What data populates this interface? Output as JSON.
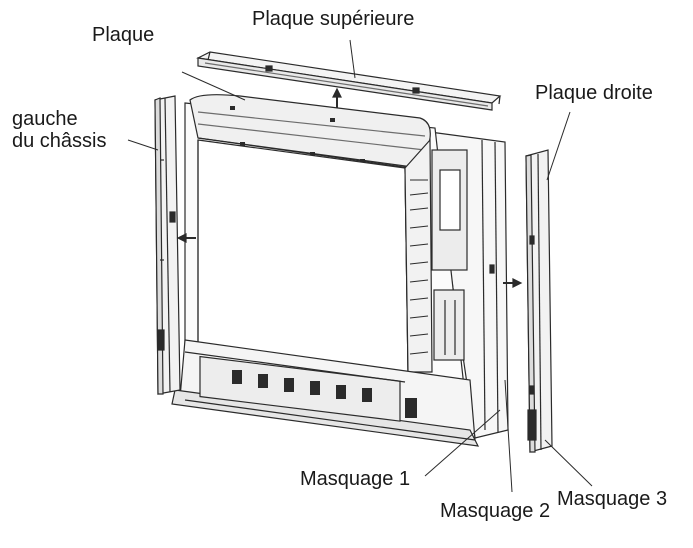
{
  "labels": {
    "plaque": "Plaque",
    "plaque_superieure": "Plaque supérieure",
    "gauche_line1": "gauche",
    "gauche_line2": "du châssis",
    "plaque_droite": "Plaque droite",
    "masquage1": "Masquage 1",
    "masquage2": "Masquage 2",
    "masquage3": "Masquage 3"
  },
  "colors": {
    "line": "#2b2b2b",
    "light": "#6d6d6d",
    "fill": "#f4f4f4"
  },
  "icons": [
    "up-arrow-icon",
    "left-arrow-icon",
    "right-arrow-icon"
  ]
}
